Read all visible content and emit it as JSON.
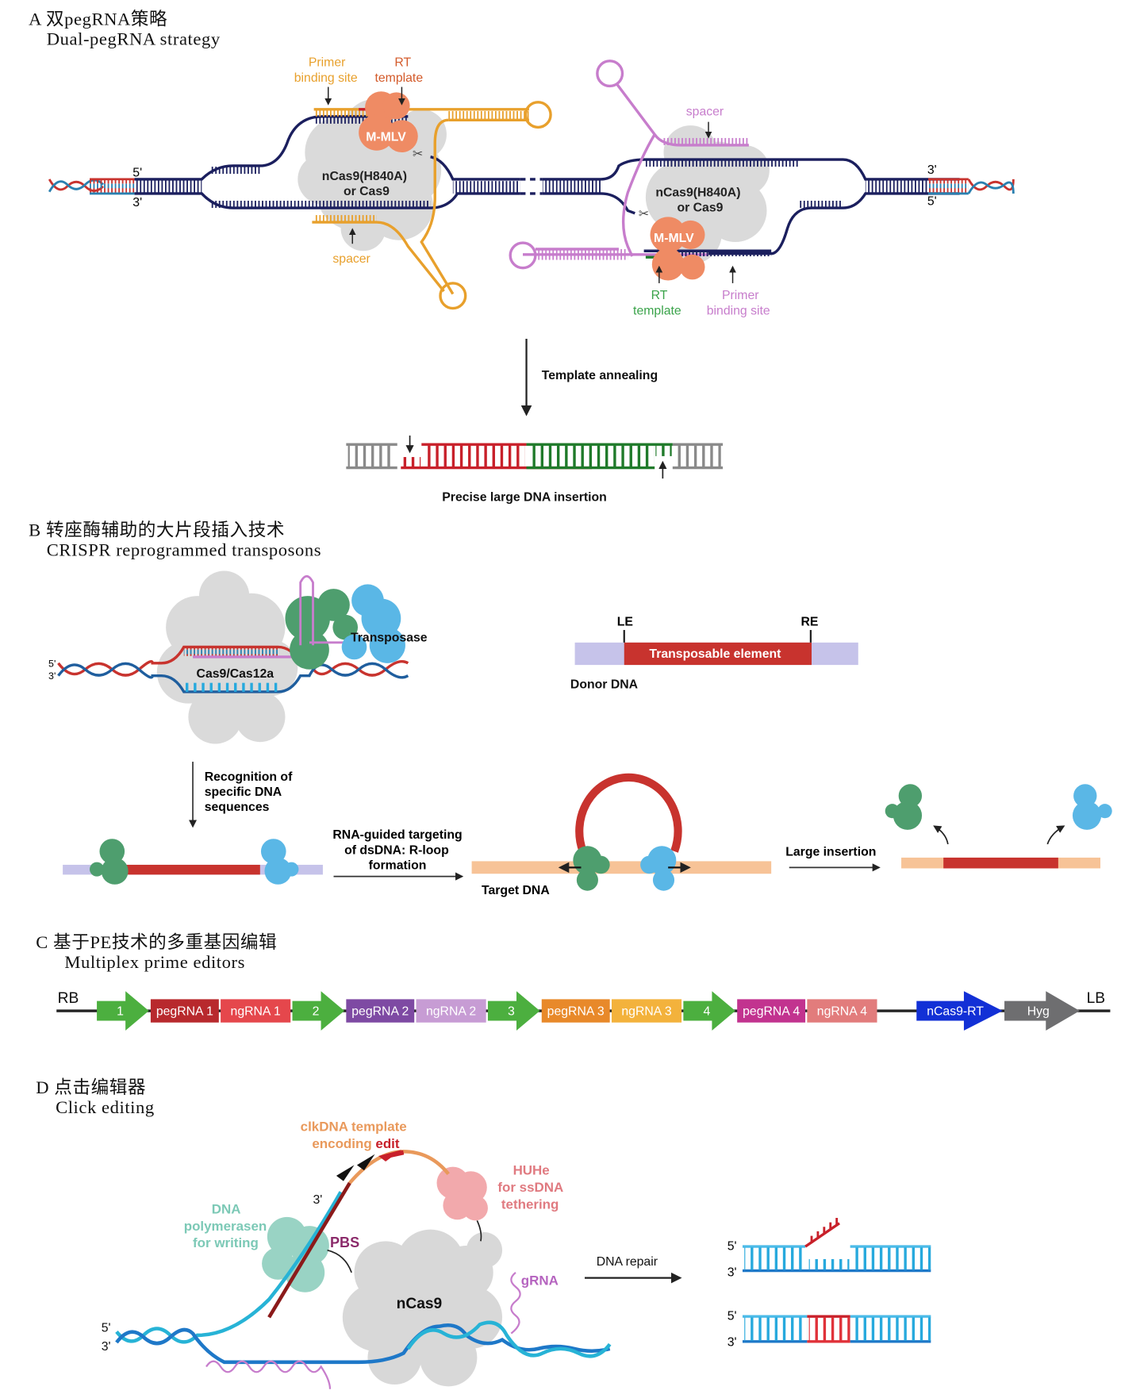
{
  "panels": {
    "A": {
      "title_cn": "A 双pegRNA策略",
      "title_en": "Dual-pegRNA strategy",
      "left_complex": {
        "primer_binding_site": [
          "Primer",
          "binding site"
        ],
        "rt_template": [
          "RT",
          "template"
        ],
        "enzyme": "M-MLV",
        "cas": [
          "nCas9(H840A)",
          "or Cas9"
        ],
        "spacer": "spacer",
        "end_top": "5'",
        "end_bottom": "3'"
      },
      "right_complex": {
        "spacer": "spacer",
        "cas": [
          "nCas9(H840A)",
          "or Cas9"
        ],
        "enzyme": "M-MLV",
        "rt_template": [
          "RT",
          "template"
        ],
        "primer_binding_site": [
          "Primer",
          "binding site"
        ],
        "end_top": "3'",
        "end_bottom": "5'"
      },
      "step_label": "Template annealing",
      "result_label": "Precise large DNA insertion"
    },
    "B": {
      "title_cn": "B 转座酶辅助的大片段插入技术",
      "title_en": "CRISPR reprogrammed transposons",
      "cas_label": "Cas9/Cas12a",
      "transposase_label": "Transposase",
      "end_top": "5'",
      "end_bottom": "3'",
      "donor": {
        "le": "LE",
        "re": "RE",
        "element": "Transposable element",
        "label": "Donor DNA"
      },
      "step1": [
        "Recognition of",
        "specific DNA",
        "sequences"
      ],
      "step2": [
        "RNA-guided targeting",
        "of dsDNA:  R-loop",
        "formation"
      ],
      "target_label": "Target DNA",
      "step3": "Large insertion"
    },
    "C": {
      "title_cn": "C 基于PE技术的多重基因编辑",
      "title_en": "Multiplex prime editors",
      "left_border": "RB",
      "right_border": "LB",
      "units": [
        {
          "promoter": "1",
          "peg": "pegRNA 1",
          "ng": "ngRNA 1",
          "peg_color": "#b8292d",
          "ng_color": "#e5474c"
        },
        {
          "promoter": "2",
          "peg": "pegRNA 2",
          "ng": "ngRNA 2",
          "peg_color": "#7e4aa3",
          "ng_color": "#c79cd4"
        },
        {
          "promoter": "3",
          "peg": "pegRNA 3",
          "ng": "ngRNA 3",
          "peg_color": "#e8892a",
          "ng_color": "#f3b23c"
        },
        {
          "promoter": "4",
          "peg": "pegRNA 4",
          "ng": "ngRNA 4",
          "peg_color": "#c2338f",
          "ng_color": "#e27c7c"
        }
      ],
      "genes": [
        {
          "label": "nCas9-RT",
          "color": "#1230d6"
        },
        {
          "label": "Hyg",
          "color": "#6e6e70"
        }
      ],
      "promoter_color": "#4caf3f"
    },
    "D": {
      "title_cn": "D 点击编辑器",
      "title_en": "Click editing",
      "template_label": [
        "clkDNA template",
        "encoding "
      ],
      "edit_word": "edit",
      "huhe_label": [
        "HUHe",
        "for ssDNA",
        "tethering"
      ],
      "polymerase_label": [
        "DNA",
        "polymerasen",
        "for writing"
      ],
      "pbs_label": "PBS",
      "grna_label": "gRNA",
      "cas_label": "nCas9",
      "three_prime": "3'",
      "end_top": "5'",
      "end_bottom": "3'",
      "repair_label": "DNA repair",
      "repair_ends": {
        "top": "5'",
        "bottom": "3'"
      }
    }
  },
  "colors": {
    "navy": "#1b1f5e",
    "orange_rna": "#e8a02c",
    "pink_rna": "#c77dcc",
    "mmlv": "#ef8b64",
    "cas_gray": "#d4d4d4",
    "red": "#c8332e",
    "green": "#1f7a2a",
    "lavender": "#c6c3ea",
    "peach": "#f7c397",
    "green_protein": "#4e9e6e",
    "blue_protein": "#5ab7e6",
    "dna_blue": "#27a9dd"
  }
}
